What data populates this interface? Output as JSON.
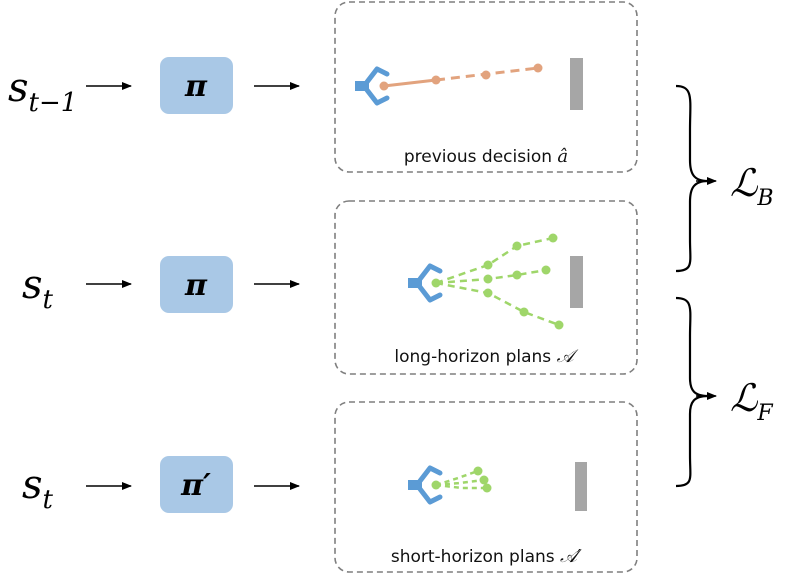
{
  "rows": [
    {
      "state": {
        "base": "s",
        "sub": "t−1"
      },
      "policy": "π",
      "caption": {
        "text": "previous decision ",
        "symbol": "â"
      }
    },
    {
      "state": {
        "base": "s",
        "sub": "t"
      },
      "policy": "π",
      "caption": {
        "text": "long-horizon plans ",
        "symbol": "𝒜"
      }
    },
    {
      "state": {
        "base": "s",
        "sub": "t"
      },
      "policy": "π′",
      "caption": {
        "text": "short-horizon plans ",
        "symbol": "𝒜′"
      }
    }
  ],
  "losses": {
    "behavior": {
      "base": "ℒ",
      "sub": "B"
    },
    "forward": {
      "base": "ℒ",
      "sub": "F"
    }
  },
  "colors": {
    "policy_box": "#a9c8e6",
    "gripper": "#5b9bd5",
    "previous_path": "#e2a37e",
    "plan_path": "#9fd66a",
    "obstacle": "#a6a6a6",
    "panel_border": "#7f7f7f"
  }
}
